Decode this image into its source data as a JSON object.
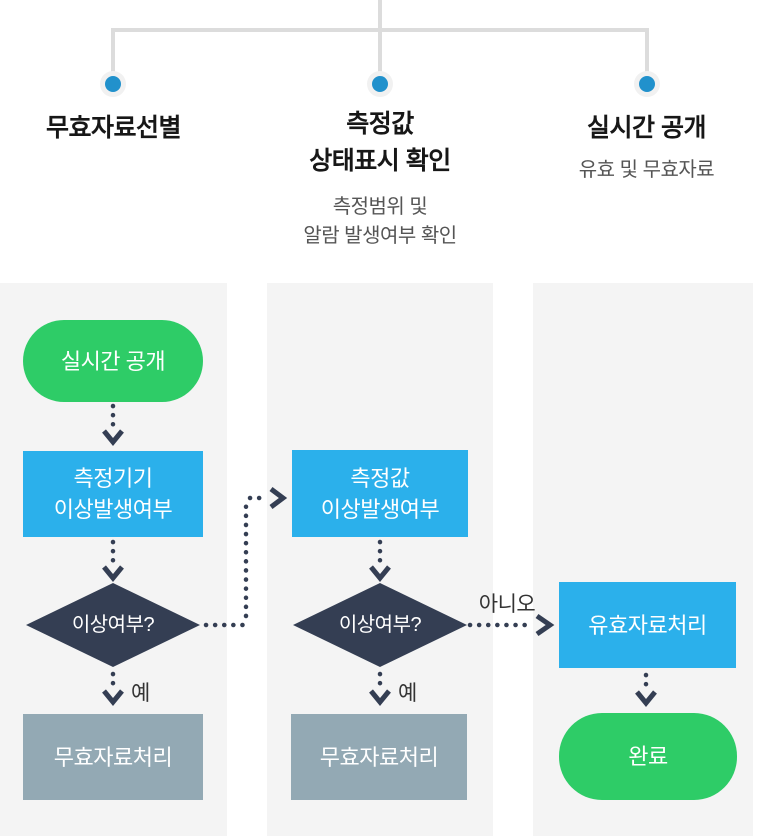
{
  "colors": {
    "panel_bg": "#f4f4f4",
    "connector_line": "#dcdcdc",
    "node_dot": "#2191cc",
    "dot_halo": "#f1f1f1",
    "green": "#2ecc67",
    "blue": "#2bb0eb",
    "navy": "#343e53",
    "slate": "#93a9b4",
    "arrow": "#343e53",
    "title_text": "#171717",
    "subtitle_text": "#555555",
    "label_text": "#333333"
  },
  "header": {
    "columns": [
      {
        "title_lines": [
          "무효자료선별"
        ]
      },
      {
        "title_lines": [
          "측정값",
          "상태표시 확인"
        ],
        "subtitle_lines": [
          "측정범위 및",
          "알람 발생여부 확인"
        ]
      },
      {
        "title_lines": [
          "실시간 공개"
        ],
        "subtitle_lines": [
          "유효 및 무효자료"
        ]
      }
    ]
  },
  "flows": {
    "left": {
      "start": "실시간 공개",
      "process_lines": [
        "측정기기",
        "이상발생여부"
      ],
      "decision": "이상여부?",
      "yes_label": "예",
      "result": "무효자료처리"
    },
    "center": {
      "process_lines": [
        "측정값",
        "이상발생여부"
      ],
      "decision": "이상여부?",
      "yes_label": "예",
      "result": "무효자료처리"
    },
    "right": {
      "no_label": "아니오",
      "process": "유효자료처리",
      "end": "완료"
    }
  }
}
